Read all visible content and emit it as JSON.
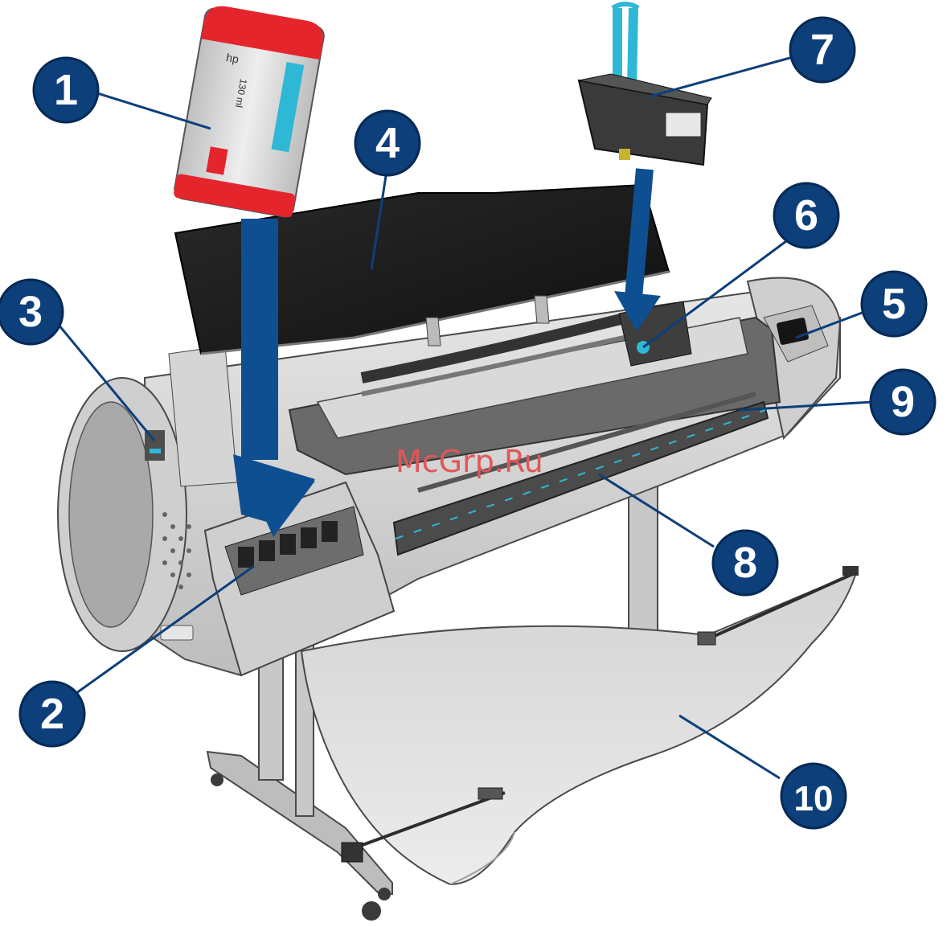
{
  "figure": {
    "watermark": "McGrp.Ru",
    "colors": {
      "callout_fill": "#0d3f7a",
      "callout_stroke": "#062a55",
      "arrow_fill": "#0e4f91",
      "printer_body": "#d6d6d6",
      "printer_dark": "#5d5d5d",
      "window_black": "#1b1b1b",
      "ink_red": "#e4262c",
      "accent_cyan": "#2fb8d6"
    }
  },
  "callouts": [
    {
      "id": "1",
      "label": "1",
      "part": "ink-cartridge"
    },
    {
      "id": "2",
      "label": "2",
      "part": "ink-cartridge-slot"
    },
    {
      "id": "3",
      "label": "3",
      "part": "blue-lever"
    },
    {
      "id": "4",
      "label": "4",
      "part": "window"
    },
    {
      "id": "5",
      "label": "5",
      "part": "front-panel"
    },
    {
      "id": "6",
      "label": "6",
      "part": "printhead-carriage"
    },
    {
      "id": "7",
      "label": "7",
      "part": "printhead"
    },
    {
      "id": "8",
      "label": "8",
      "part": "platen"
    },
    {
      "id": "9",
      "label": "9",
      "part": "output-platen"
    },
    {
      "id": "10",
      "label": "10",
      "part": "basket"
    }
  ],
  "cartridge": {
    "volume_text": "130 ml",
    "brand_text": "hp"
  }
}
